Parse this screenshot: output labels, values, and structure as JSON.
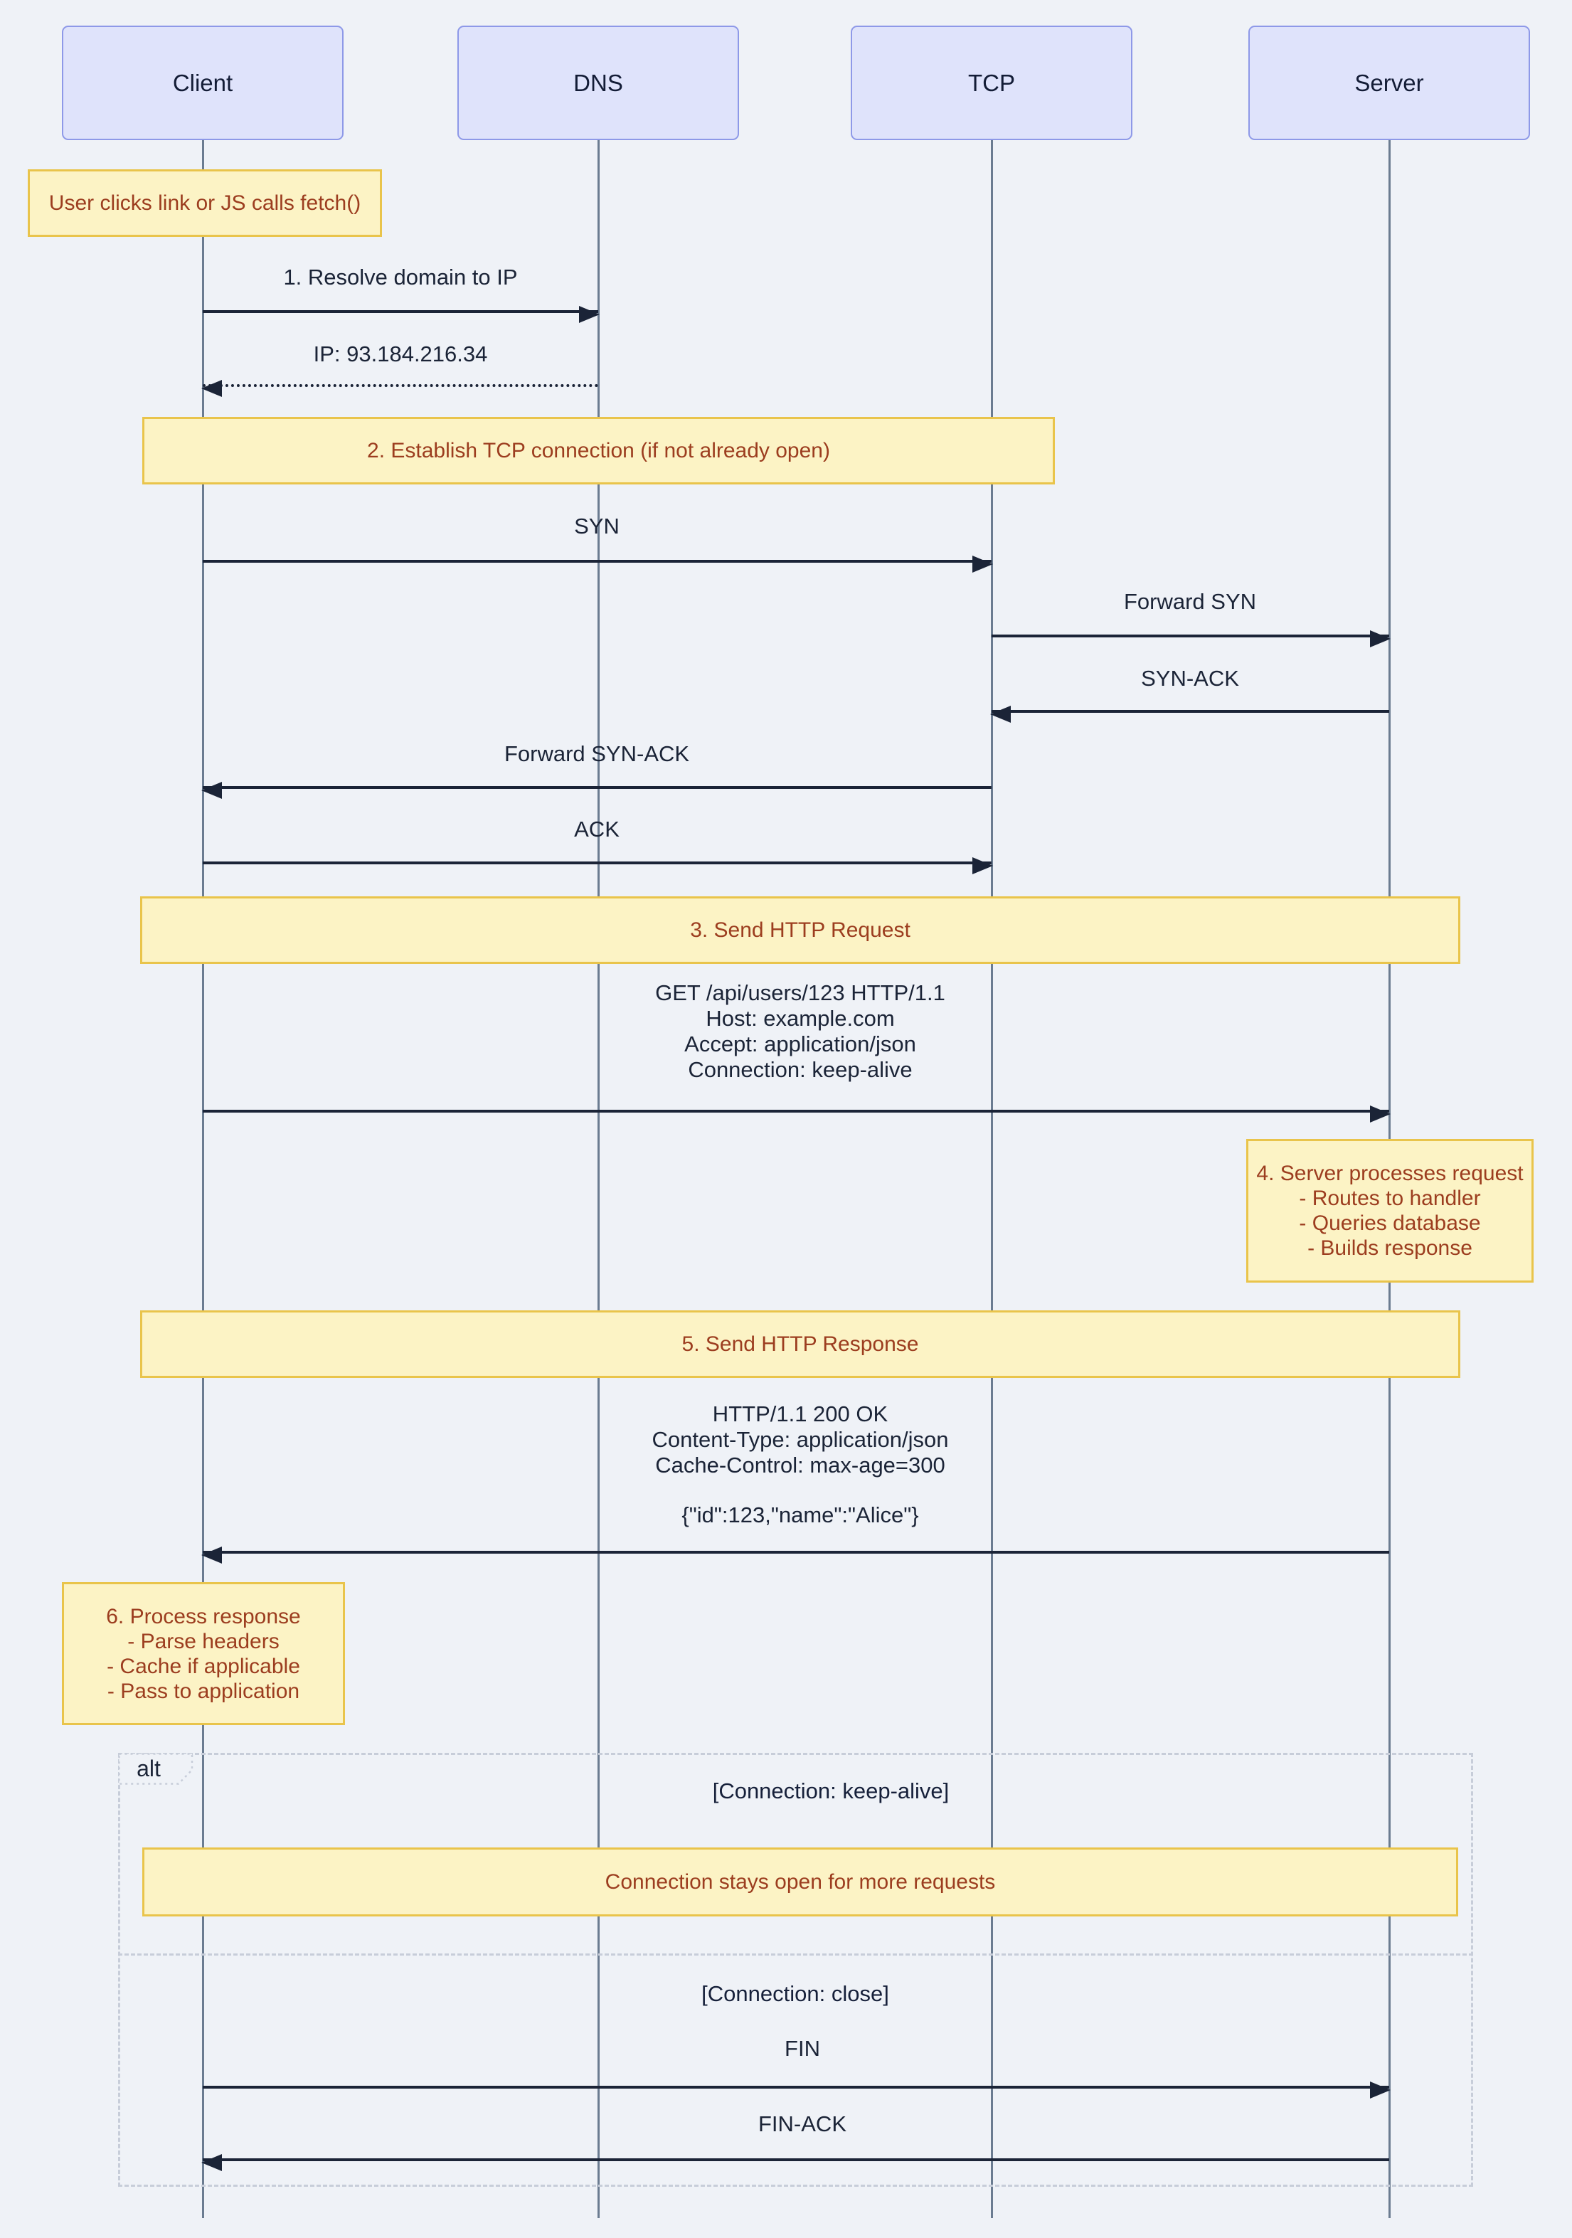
{
  "title": "HTTP request flow sequence diagram",
  "colors": {
    "background": "#EFF2F7",
    "participant_fill": "#DFE3FB",
    "participant_border": "#8E99E8",
    "note_fill": "#FCF3C5",
    "note_border": "#E9C44B",
    "note_text": "#9C3D1F",
    "ink": "#1B2437",
    "lifeline": "#6B7C91",
    "frame_border": "#C7CDD9"
  },
  "participants": [
    {
      "name": "Client"
    },
    {
      "name": "DNS"
    },
    {
      "name": "TCP"
    },
    {
      "name": "Server"
    }
  ],
  "notes": {
    "user_action": "User clicks link or JS calls fetch()",
    "establish_tcp": "2. Establish TCP connection (if not already open)",
    "send_request": "3. Send HTTP Request",
    "server_processing": {
      "lines": [
        "4. Server processes request",
        "- Routes to handler",
        "- Queries database",
        "- Builds response"
      ]
    },
    "send_response": "5. Send HTTP Response",
    "process_response": {
      "lines": [
        "6. Process response",
        "- Parse headers",
        "- Cache if applicable",
        "- Pass to application"
      ]
    },
    "keep_alive": "Connection stays open for more requests"
  },
  "messages": {
    "resolve": "1. Resolve domain to IP",
    "ip_response": "IP: 93.184.216.34",
    "syn": "SYN",
    "forward_syn": "Forward SYN",
    "syn_ack": "SYN-ACK",
    "forward_syn_ack": "Forward SYN-ACK",
    "ack": "ACK",
    "http_request": {
      "lines": [
        "GET /api/users/123 HTTP/1.1",
        "Host: example.com",
        "Accept: application/json",
        "Connection: keep-alive"
      ]
    },
    "http_response": {
      "lines": [
        "HTTP/1.1 200 OK",
        "Content-Type: application/json",
        "Cache-Control: max-age=300"
      ],
      "body": "{\"id\":123,\"name\":\"Alice\"}"
    },
    "fin": "FIN",
    "fin_ack": "FIN-ACK"
  },
  "alt": {
    "label": "alt",
    "guard_keep_alive": "[Connection: keep-alive]",
    "guard_close": "[Connection: close]"
  }
}
